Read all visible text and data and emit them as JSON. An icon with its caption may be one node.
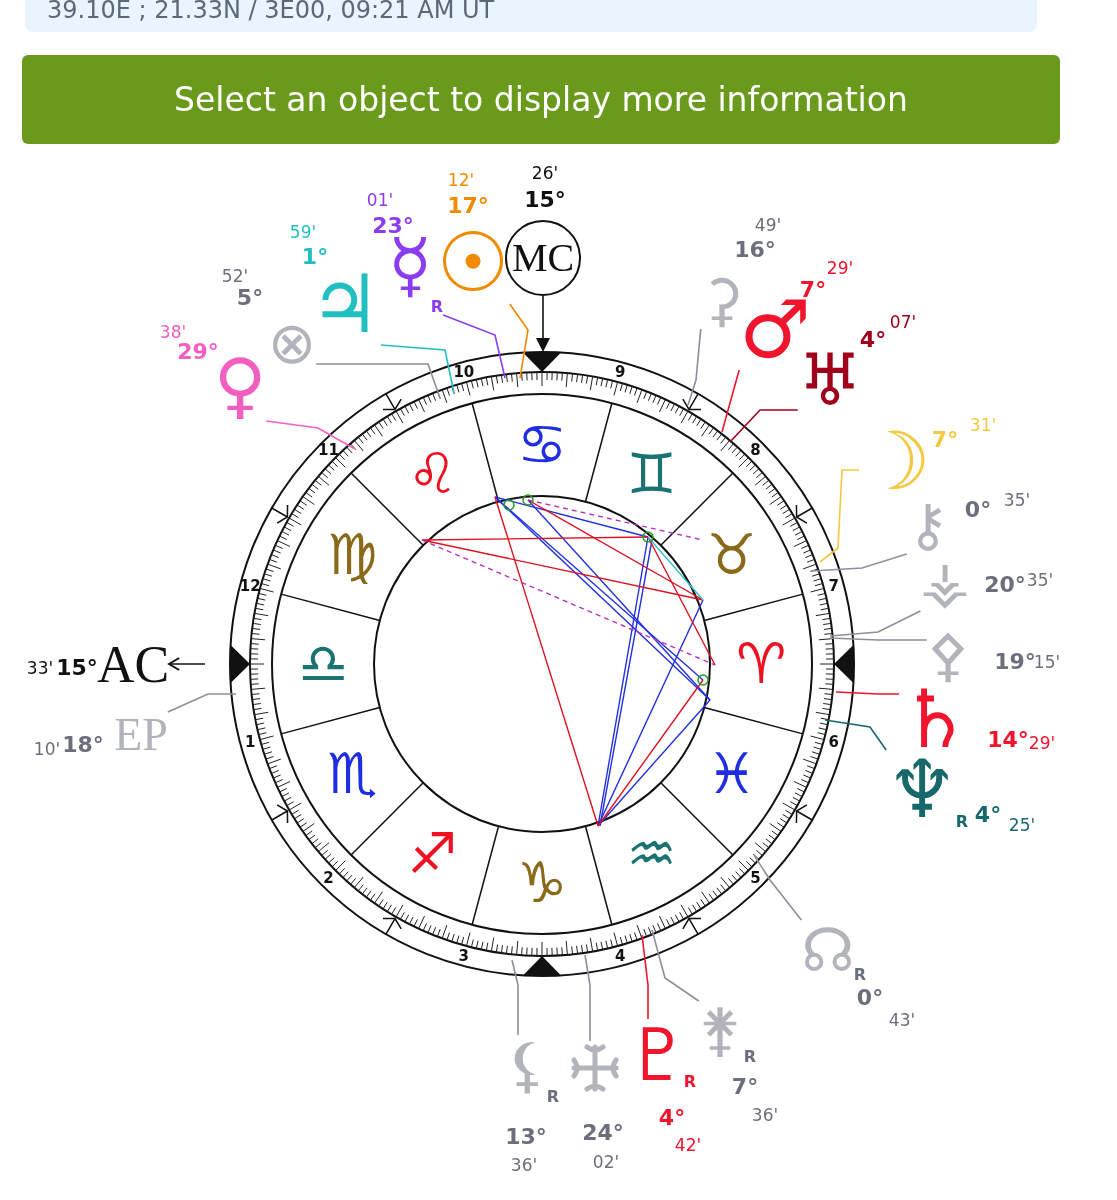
{
  "diagram": {
    "nodes": [
      {
        "text": [
          "39.10E ; 21.33N / 3E00, 09:21 AM UT"
        ]
      },
      {
        "text": [
          "Select an object to display more information"
        ]
      },
      {
        "text": [
          "26'",
          "15°",
          "MC"
        ]
      },
      {
        "text": [
          "12'",
          "17°",
          "☉"
        ]
      },
      {
        "text": [
          "01'",
          "23°",
          "☿",
          "R"
        ]
      },
      {
        "text": [
          "59'",
          "1°",
          "♃"
        ]
      },
      {
        "text": [
          "52'",
          "5°",
          "⊗"
        ]
      },
      {
        "text": [
          "38'",
          "29°",
          "♀"
        ]
      },
      {
        "text": [
          "49'",
          "16°",
          "⚳"
        ]
      },
      {
        "text": [
          "29'",
          "7°",
          "♂"
        ]
      },
      {
        "text": [
          "07'",
          "4°",
          "♅"
        ]
      },
      {
        "text": [
          "☽",
          "7°",
          "31'"
        ]
      },
      {
        "text": [
          "⚷",
          "0°",
          "35'"
        ]
      },
      {
        "text": [
          "⚶",
          "20°",
          "35'"
        ]
      },
      {
        "text": [
          "⚴",
          "19°",
          "15'"
        ]
      },
      {
        "text": [
          "♄",
          "14°",
          "29'"
        ]
      },
      {
        "text": [
          "♆",
          "4°",
          "25'",
          "R"
        ]
      },
      {
        "text": [
          "☊",
          "0°",
          "43'",
          "R"
        ]
      },
      {
        "text": [
          "⚵",
          "7°",
          "36'",
          "R"
        ]
      },
      {
        "text": [
          "♇",
          "4°",
          "42'",
          "R"
        ]
      },
      {
        "text": [
          "24°",
          "02'"
        ]
      },
      {
        "text": [
          "⚸",
          "13°",
          "36'",
          "R"
        ]
      },
      {
        "text": [
          "33'",
          "15°",
          "AC"
        ]
      },
      {
        "text": [
          "10'",
          "18°",
          "EP"
        ]
      }
    ],
    "edges": [
      {
        "from": 2,
        "to": null,
        "arrow": "to",
        "color": "#111111"
      },
      {
        "from": 3,
        "to": null,
        "arrow": "none",
        "color": "#f28a00"
      },
      {
        "from": 4,
        "to": null,
        "arrow": "none",
        "color": "#8b3cf0"
      },
      {
        "from": 5,
        "to": null,
        "arrow": "none",
        "color": "#22bfc0"
      },
      {
        "from": 6,
        "to": null,
        "arrow": "none"
      },
      {
        "from": 7,
        "to": null,
        "arrow": "none",
        "color": "#f25fc0"
      },
      {
        "from": 8,
        "to": null,
        "arrow": "none"
      },
      {
        "from": 9,
        "to": null,
        "arrow": "none",
        "color": "#f0142c"
      },
      {
        "from": 10,
        "to": null,
        "arrow": "none",
        "color": "#a0001a"
      },
      {
        "from": 11,
        "to": null,
        "arrow": "none",
        "color": "#f5c842"
      },
      {
        "from": 12,
        "to": null,
        "arrow": "none"
      },
      {
        "from": 13,
        "to": null,
        "arrow": "none"
      },
      {
        "from": 14,
        "to": null,
        "arrow": "none"
      },
      {
        "from": 15,
        "to": null,
        "arrow": "none",
        "color": "#f0142c"
      },
      {
        "from": 16,
        "to": null,
        "arrow": "none",
        "color": "#17686a"
      },
      {
        "from": 17,
        "to": null,
        "arrow": "none"
      },
      {
        "from": 18,
        "to": null,
        "arrow": "none"
      },
      {
        "from": 19,
        "to": null,
        "arrow": "none",
        "color": "#f0142c"
      },
      {
        "from": 20,
        "to": null,
        "arrow": "none"
      },
      {
        "from": 21,
        "to": null,
        "arrow": "none"
      },
      {
        "from": null,
        "to": 22,
        "arrow": "to",
        "color": "#111111"
      },
      {
        "from": 23,
        "to": null,
        "arrow": "none"
      }
    ],
    "labels": [
      "10",
      "9",
      "11",
      "8",
      "♋",
      "♌",
      "♊",
      "♍",
      "♉",
      "12",
      "7",
      "♎",
      "♈",
      "1",
      "6",
      "♏",
      "♓",
      "2",
      "5",
      "♐",
      "♒",
      "♑",
      "3",
      "4"
    ]
  }
}
